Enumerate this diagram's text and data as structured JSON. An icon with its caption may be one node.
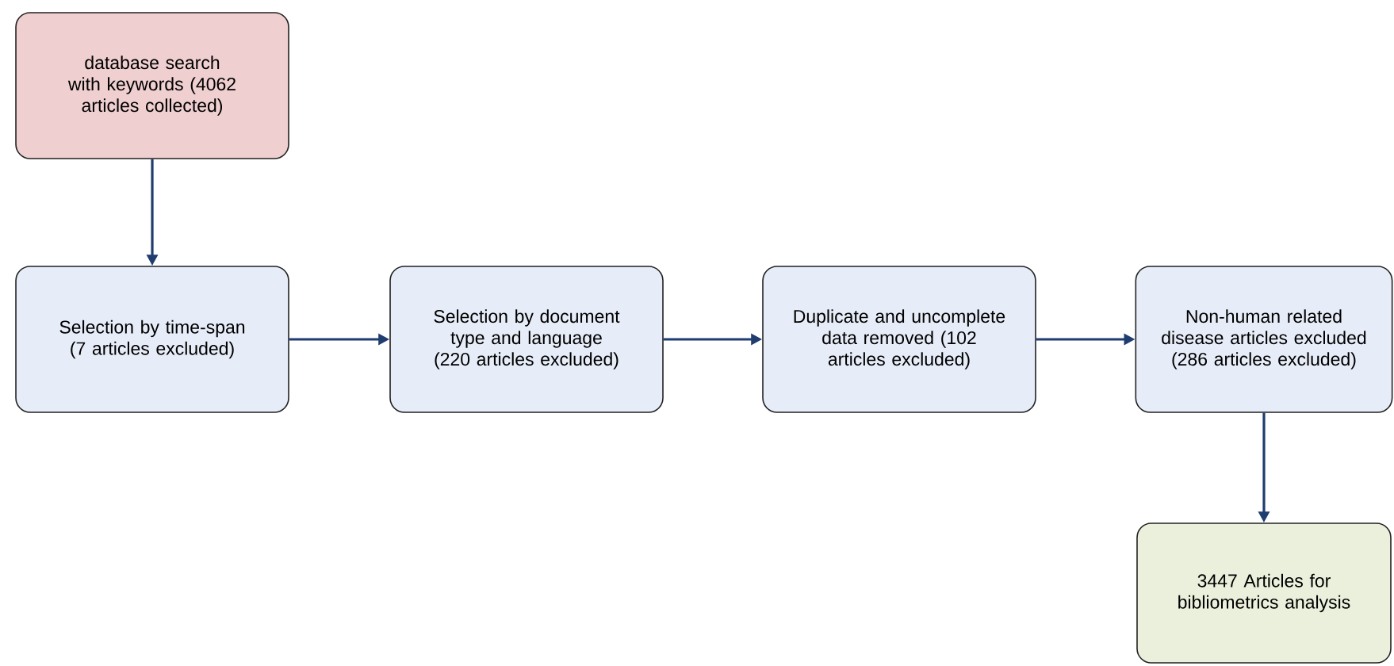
{
  "diagram": {
    "nodes": [
      {
        "text": [
          "database search with keywords (4062 articles collected)"
        ]
      },
      {
        "text": [
          "Selection by time-span (7 articles excluded)"
        ]
      },
      {
        "text": [
          "Selection by document type and language (220 articles excluded)"
        ]
      },
      {
        "text": [
          "Duplicate and uncomplete data removed (102 articles excluded)"
        ]
      },
      {
        "text": [
          "Non-human related disease articles excluded (286 articles excluded)"
        ]
      },
      {
        "text": [
          "3447 Articles for bibliometrics analysis"
        ]
      }
    ],
    "edges": [
      {
        "from": 0,
        "to": 1,
        "arrow": "to"
      },
      {
        "from": 1,
        "to": 2,
        "arrow": "to"
      },
      {
        "from": 2,
        "to": 3,
        "arrow": "to"
      },
      {
        "from": 3,
        "to": 4,
        "arrow": "to"
      },
      {
        "from": 4,
        "to": 5,
        "arrow": "to"
      }
    ]
  }
}
